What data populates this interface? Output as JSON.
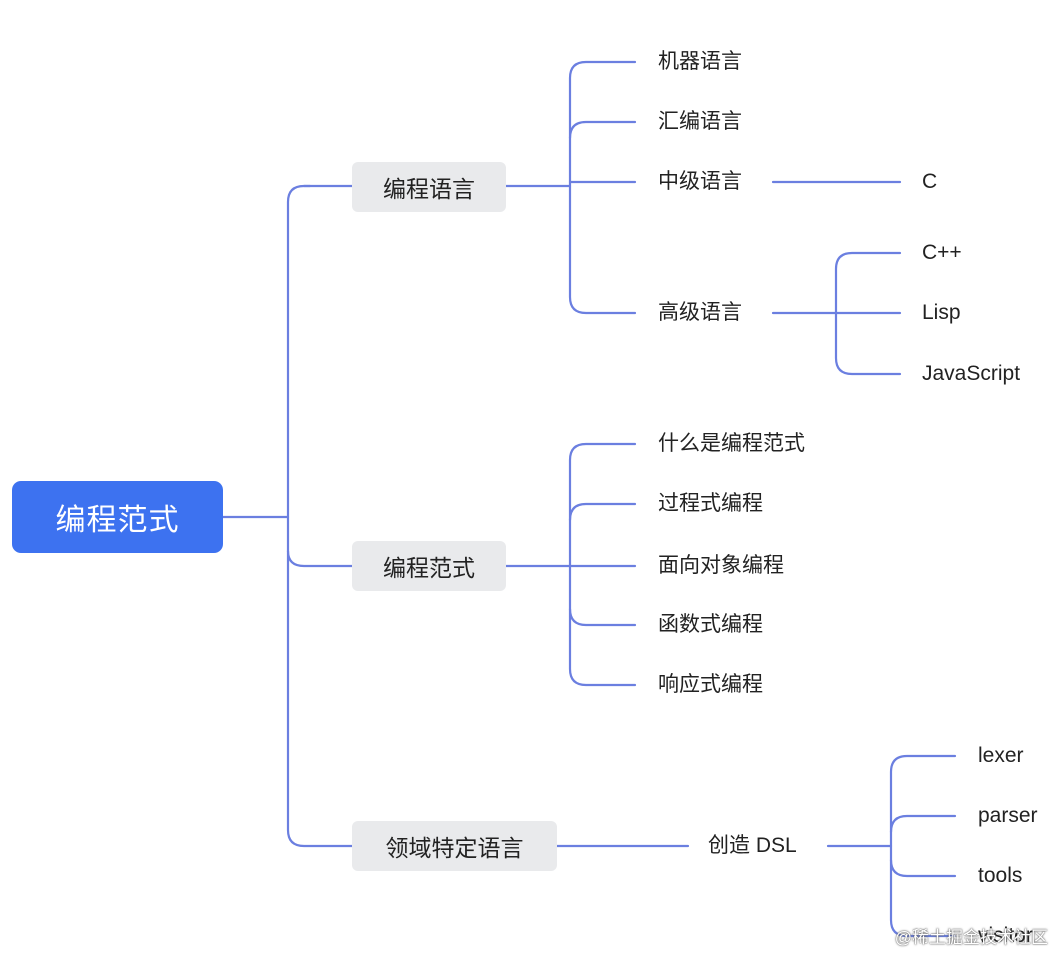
{
  "root": {
    "label": "编程范式"
  },
  "branches": [
    {
      "label": "编程语言",
      "children": [
        {
          "label": "机器语言"
        },
        {
          "label": "汇编语言"
        },
        {
          "label": "中级语言",
          "children": [
            "C"
          ]
        },
        {
          "label": "高级语言",
          "children": [
            "C++",
            "Lisp",
            "JavaScript"
          ]
        }
      ]
    },
    {
      "label": "编程范式",
      "children": [
        {
          "label": "什么是编程范式"
        },
        {
          "label": "过程式编程"
        },
        {
          "label": "面向对象编程"
        },
        {
          "label": "函数式编程"
        },
        {
          "label": "响应式编程"
        }
      ]
    },
    {
      "label": "领域特定语言",
      "children": [
        {
          "label": "创造 DSL",
          "children": [
            "lexer",
            "parser",
            "tools",
            "visitor"
          ]
        }
      ]
    }
  ],
  "watermark": "@稀土掘金技术社区",
  "colors": {
    "line": "#6b7fe0",
    "root_bg": "#3d72f0",
    "branch_bg": "#e9eaec"
  }
}
